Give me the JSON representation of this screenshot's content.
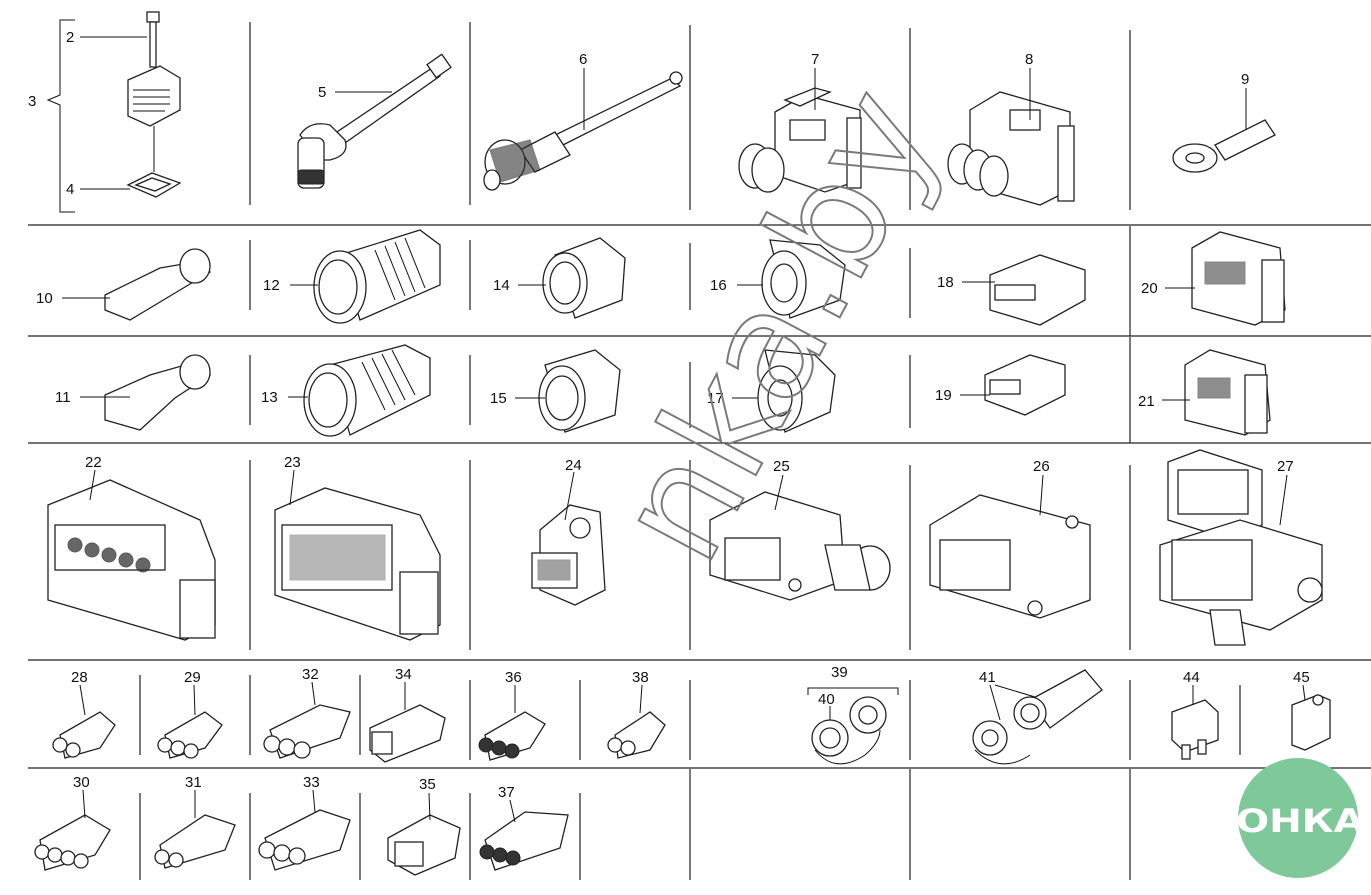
{
  "diagram": {
    "callouts": [
      "2",
      "3",
      "4",
      "5",
      "6",
      "7",
      "8",
      "9",
      "10",
      "11",
      "12",
      "13",
      "14",
      "15",
      "16",
      "17",
      "18",
      "19",
      "20",
      "21",
      "22",
      "23",
      "24",
      "25",
      "26",
      "27",
      "28",
      "29",
      "30",
      "31",
      "32",
      "33",
      "34",
      "35",
      "36",
      "37",
      "38",
      "39",
      "40",
      "41",
      "44",
      "45"
    ]
  },
  "watermark": {
    "text": "nka.by"
  },
  "logo": {
    "text": "АГРОНКА",
    "color": "#7fc89a"
  }
}
